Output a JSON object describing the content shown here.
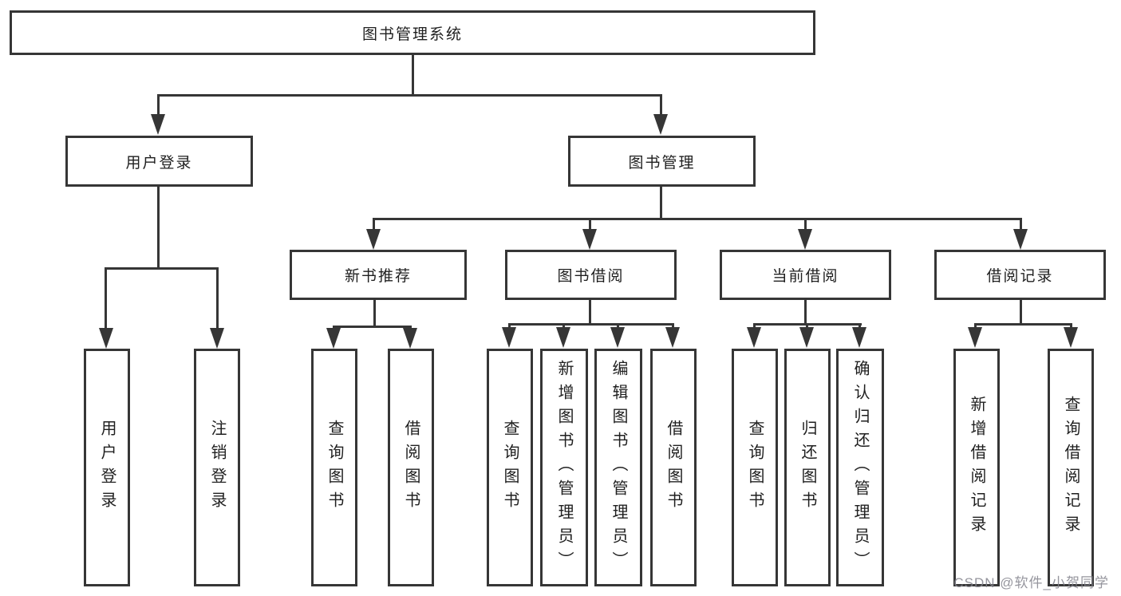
{
  "diagram": {
    "root": "图书管理系统",
    "branches": [
      {
        "label": "用户登录",
        "children": [
          "用户登录",
          "注销登录"
        ]
      },
      {
        "label": "图书管理",
        "groups": [
          {
            "label": "新书推荐",
            "children": [
              "查询图书",
              "借阅图书"
            ]
          },
          {
            "label": "图书借阅",
            "children": [
              "查询图书",
              "新增图书（管理员）",
              "编辑图书（管理员）",
              "借阅图书"
            ]
          },
          {
            "label": "当前借阅",
            "children": [
              "查询图书",
              "归还图书",
              "确认归还（管理员）"
            ]
          },
          {
            "label": "借阅记录",
            "children": [
              "新增借阅记录",
              "查询借阅记录"
            ]
          }
        ]
      }
    ]
  },
  "watermark": "CSDN @软件_小贺同学",
  "colors": {
    "line": "#363636",
    "box_border": "#363636",
    "text": "#1f1f1f",
    "background": "#ffffff",
    "watermark": "#82828c"
  }
}
